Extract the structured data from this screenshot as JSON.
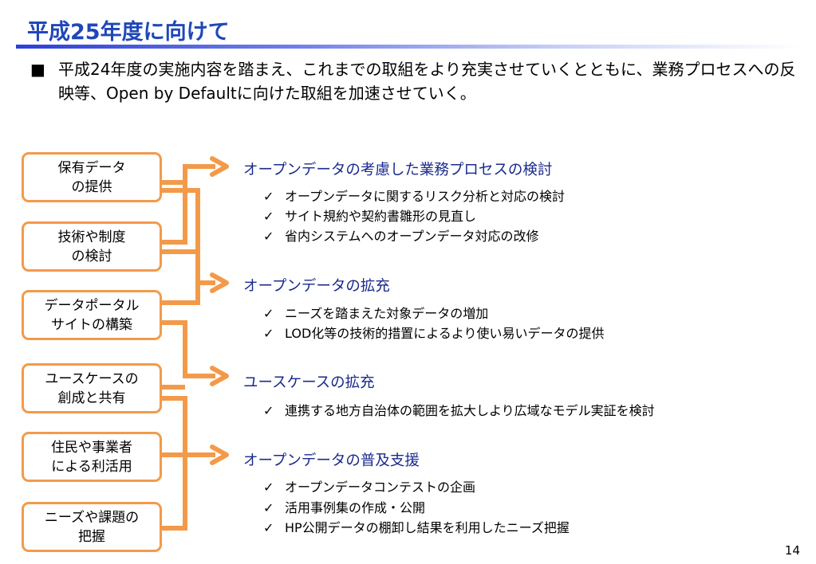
{
  "slide": {
    "title": "平成25年度に向けて",
    "intro_bullet": "■",
    "intro_text": "平成24年度の実施内容を踏まえ、これまでの取組をより充実させていくとともに、業務プロセスへの反映等、Open by Defaultに向けた取組を加速させていく。",
    "page_number": "14"
  },
  "boxes": [
    {
      "label": "保有データ\nの提供"
    },
    {
      "label": "技術や制度\nの検討"
    },
    {
      "label": "データポータル\nサイトの構築"
    },
    {
      "label": "ユースケースの\n創成と共有"
    },
    {
      "label": "住民や事業者\nによる利活用"
    },
    {
      "label": "ニーズや課題の\n把握"
    }
  ],
  "sections": [
    {
      "heading": "オープンデータの考慮した業務プロセスの検討",
      "items": [
        "オープンデータに関するリスク分析と対応の検討",
        "サイト規約や契約書雛形の見直し",
        "省内システムへのオープンデータ対応の改修"
      ]
    },
    {
      "heading": "オープンデータの拡充",
      "items": [
        "ニーズを踏まえた対象データの増加",
        "LOD化等の技術的措置によるより使い易いデータの提供"
      ]
    },
    {
      "heading": "ユースケースの拡充",
      "items": [
        "連携する地方自治体の範囲を拡大しより広域なモデル実証を検討"
      ]
    },
    {
      "heading": "オープンデータの普及支援",
      "items": [
        "オープンデータコンテストの企画",
        "活用事例集の作成・公開",
        "HP公開データの棚卸し結果を利用したニーズ把握"
      ]
    }
  ],
  "check_mark": "✓",
  "colors": {
    "title": "#1f47b8",
    "heading": "#1a2a8c",
    "connector": "#f39a4a"
  }
}
